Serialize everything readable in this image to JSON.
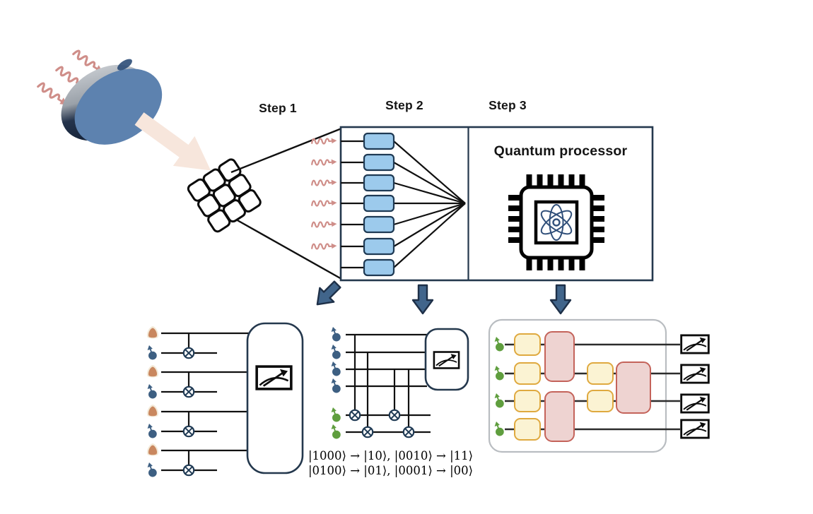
{
  "figure": {
    "name": "Photon to quantum processor pipeline diagram",
    "steps": [
      {
        "label": "Step 1"
      },
      {
        "label": "Step 2"
      },
      {
        "label": "Step 3"
      }
    ],
    "step3_panel": {
      "title": "Quantum processor"
    },
    "state_mapping": {
      "line1": "|1000⟩ → |10⟩, |0010⟩ → |11⟩",
      "line2": "|0100⟩ → |01⟩, |0001⟩ → |00⟩"
    },
    "icons": [
      "photon-wave-icon",
      "telescope-mirror-icon",
      "beam-arrow-icon",
      "detector-array-icon",
      "optical-mode-box",
      "quantum-chip-icon",
      "atom-icon",
      "down-arrow-icon",
      "atom-qubit-icon",
      "spin-qubit-icon",
      "cnot-gate-icon",
      "measurement-gauge-icon",
      "single-qubit-gate",
      "two-qubit-gate"
    ],
    "colors": {
      "photon_pink": "#cf8e89",
      "mirror_face_blue": "#5d82af",
      "mirror_rim_navy": "#16243a",
      "beam_peach": "#f7e6dc",
      "mode_box_blue": "#9ccaec",
      "outline_navy": "#24384d",
      "flow_arrow_slate": "#41658b",
      "spin_blue": "#3d5f82",
      "spin_green": "#5f9e3e",
      "atom_orange": "#c9875f",
      "gate_yellow_fill": "#fbf3d3",
      "gate_yellow_border": "#dfa93f",
      "gate_pink_fill": "#eed3d1",
      "gate_pink_border": "#c4635a"
    }
  }
}
